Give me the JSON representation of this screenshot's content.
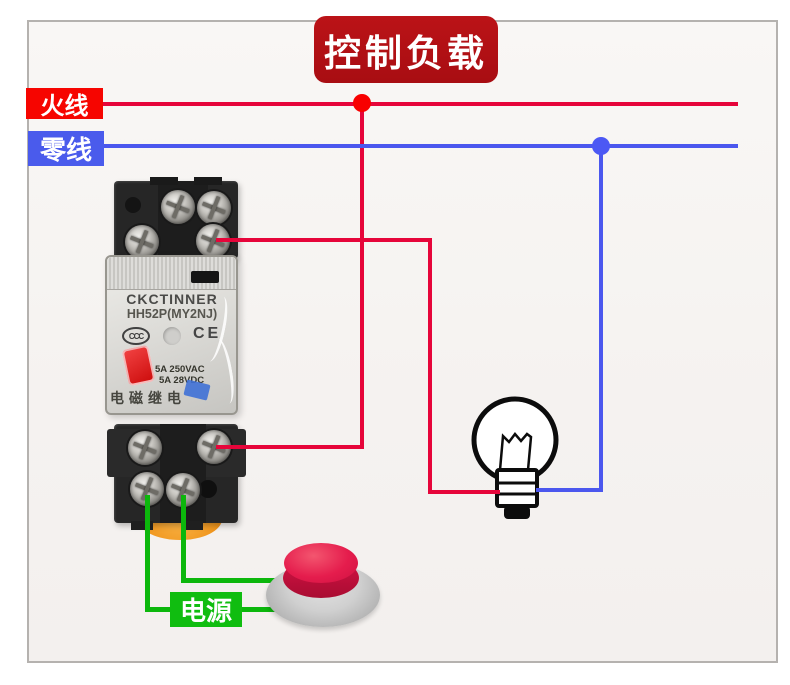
{
  "title_banner": {
    "text": "控制负载"
  },
  "wire_labels": {
    "live": "火线",
    "neutral": "零线",
    "power": "电源"
  },
  "relay": {
    "brand": "CKCTINNER",
    "model": "HH52P(MY2NJ)",
    "ccc_mark": "CCC",
    "ce_mark": "CE",
    "rating_line1": "5A 250VAC",
    "rating_line2": "5A 28VDC",
    "label_text": "电磁继电"
  },
  "colors": {
    "banner_red": "#b11116",
    "live_label_red": "#f60500",
    "neutral_label_blue": "#4a5bec",
    "power_label_green": "#10bd10",
    "wire_red": "#e6053a",
    "wire_blue": "#4b57ee",
    "wire_green": "#0cb70c",
    "button_red": "#e31c4e",
    "frame_border_gray": "#b5b2af"
  }
}
